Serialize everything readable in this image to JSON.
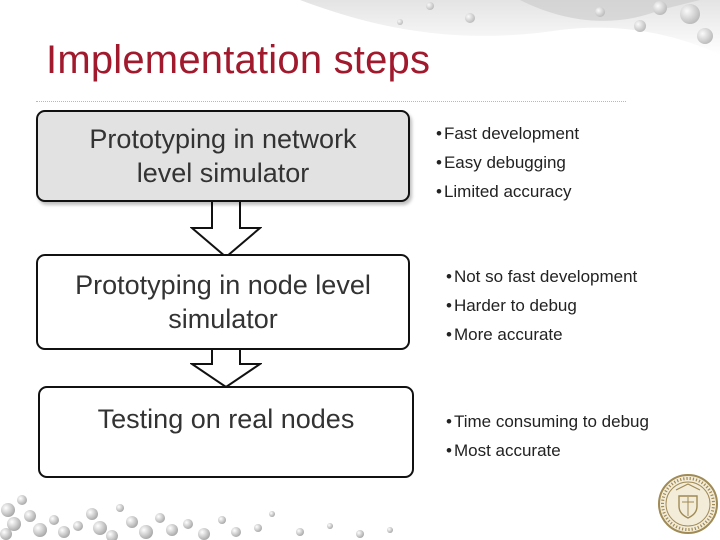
{
  "title": "Implementation steps",
  "steps": [
    {
      "label_lines": [
        "Prototyping in network",
        "level simulator"
      ],
      "notes": [
        "Fast development",
        "Easy debugging",
        "Limited accuracy"
      ]
    },
    {
      "label_lines": [
        "Prototyping in node level",
        "simulator"
      ],
      "notes": [
        "Not so fast development",
        "Harder to debug",
        "More accurate"
      ]
    },
    {
      "label_lines": [
        "Testing on real nodes"
      ],
      "notes": [
        "Time consuming to debug",
        "Most accurate"
      ]
    }
  ],
  "bullet_symbol": "•",
  "colors": {
    "title": "#a0192c",
    "first_box_fill": "#e2e2e2",
    "box_border": "#111111",
    "seal": "#a08a55"
  },
  "icons": [
    "down-arrow-icon",
    "university-seal-icon"
  ]
}
